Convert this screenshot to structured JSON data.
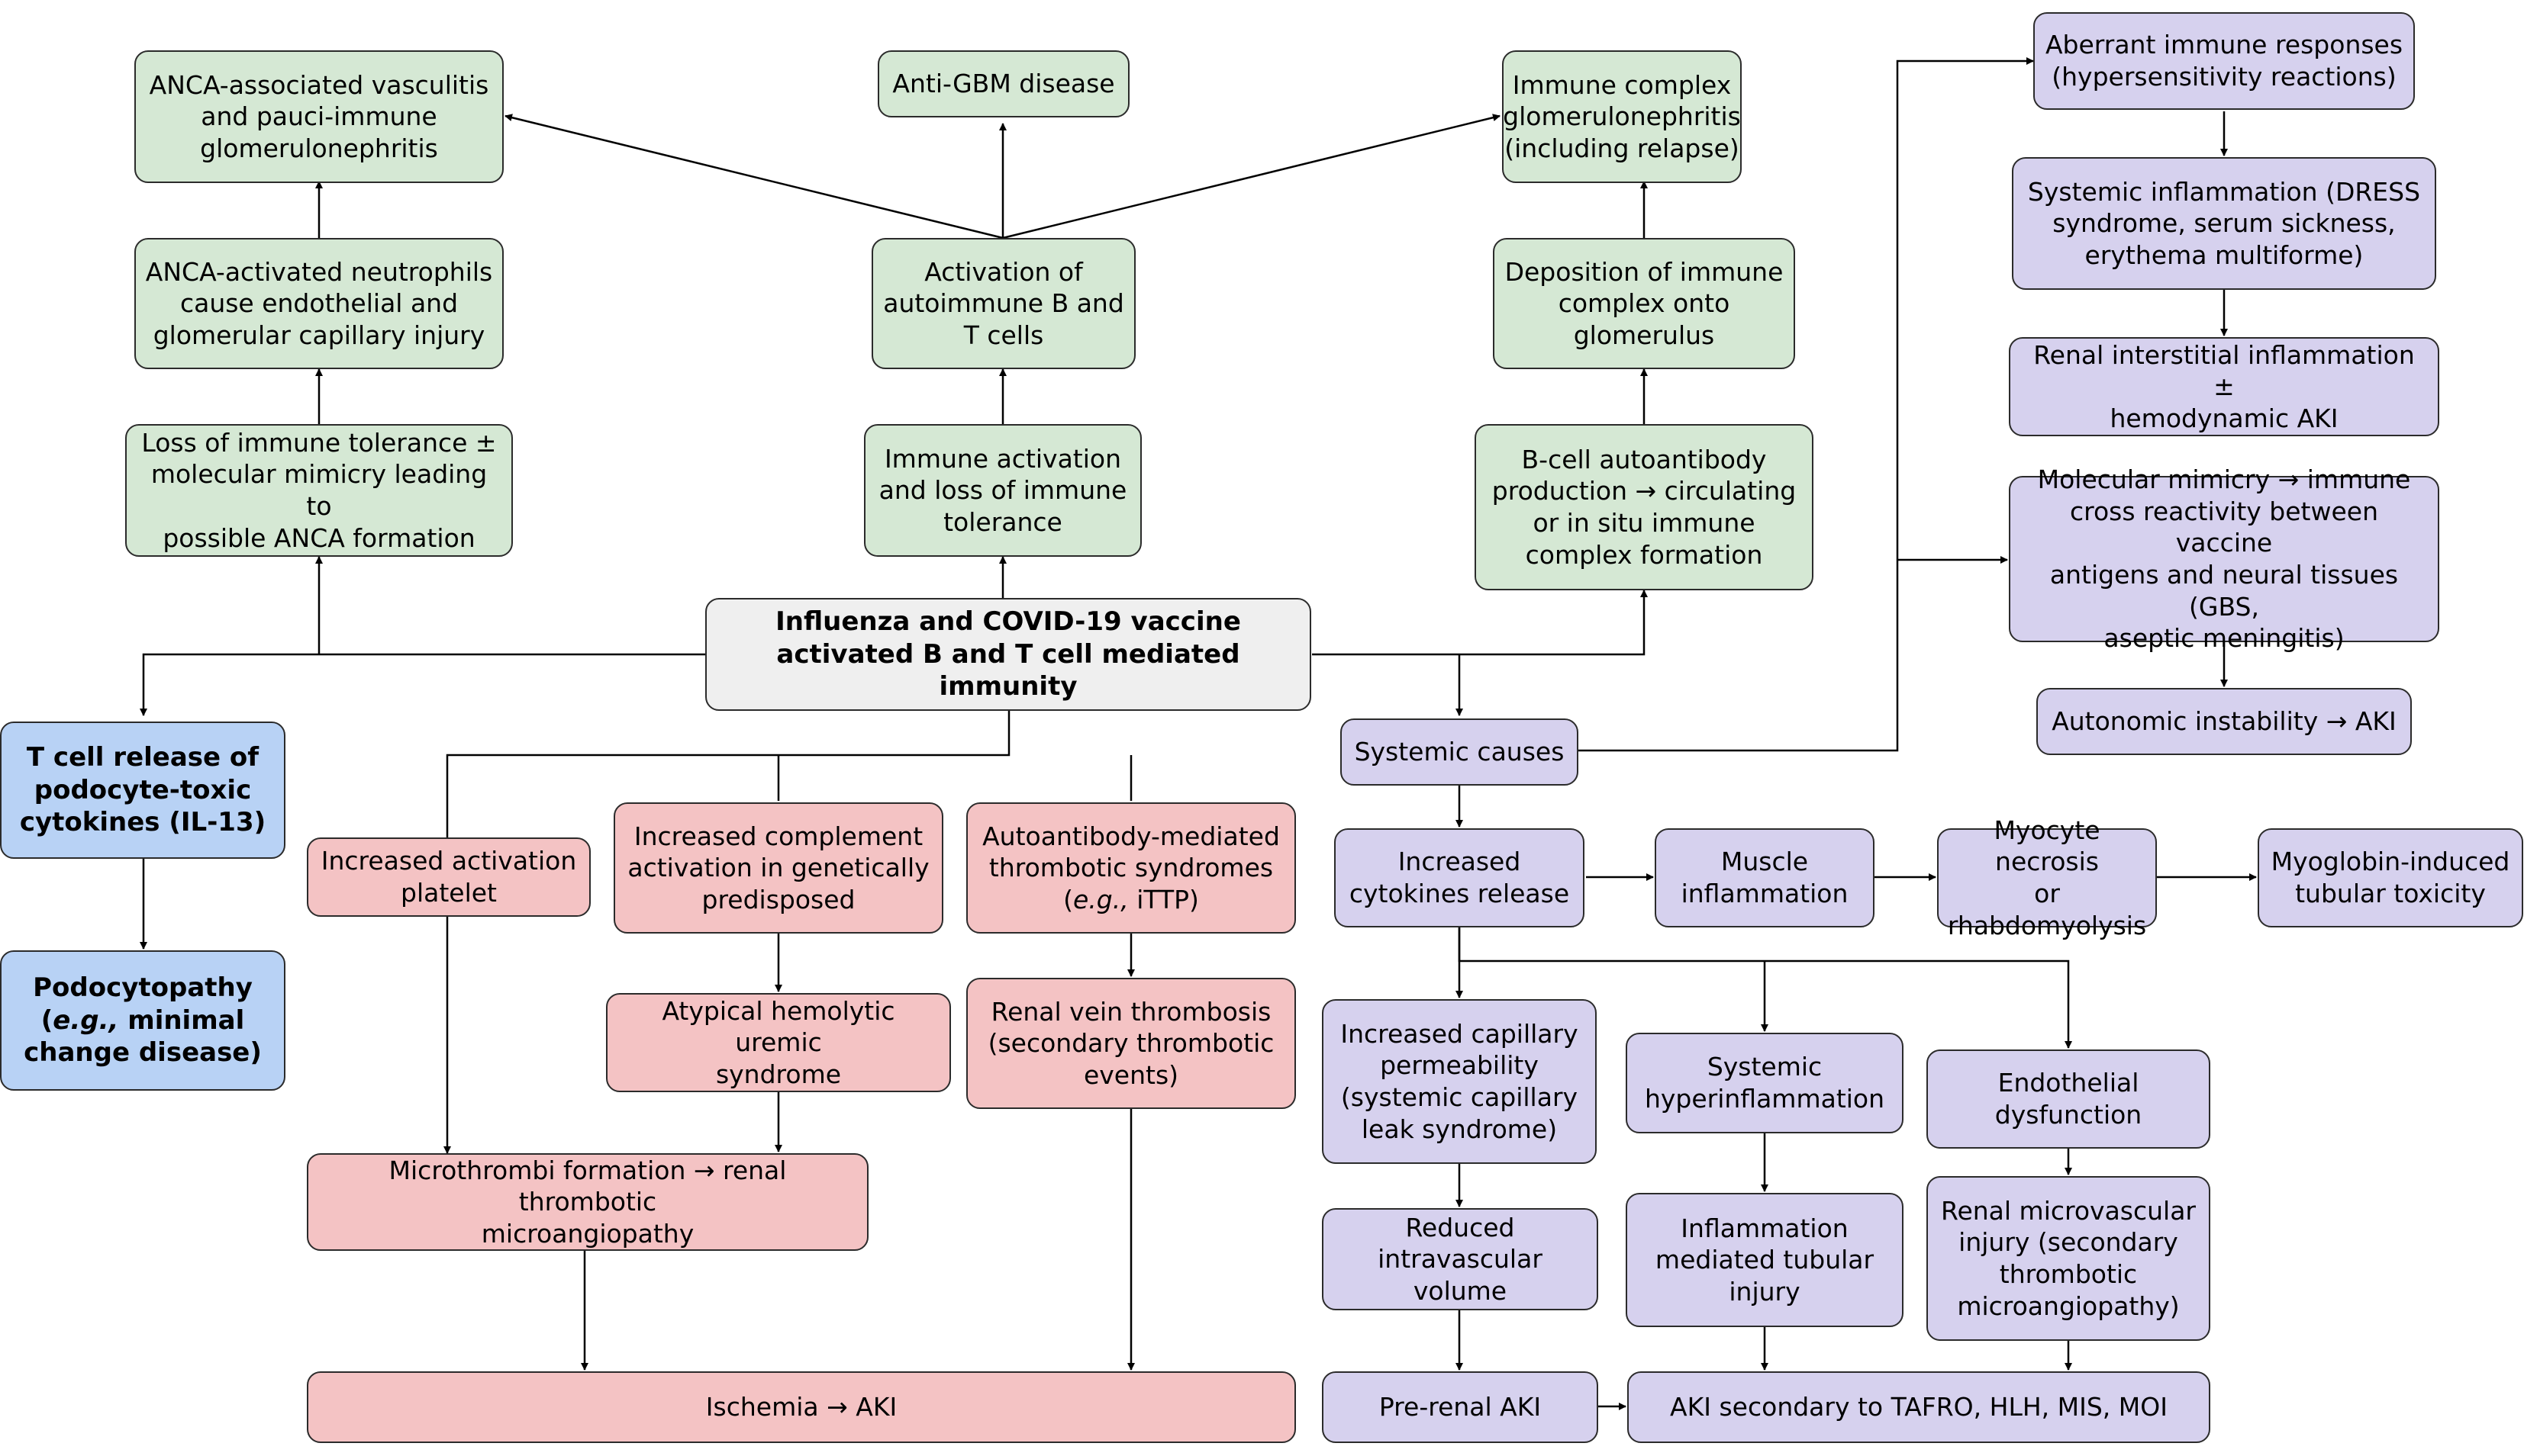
{
  "colors": {
    "green": "#d5e8d4",
    "purple": "#d6d1ee",
    "red": "#f4c3c4",
    "blue": "#b8d2f5",
    "gray": "#efefef",
    "border": "#2b2b2b",
    "line": "#000000"
  },
  "nodes": {
    "anca_vasculitis": "ANCA-associated vasculitis\nand pauci-immune\nglomerulonephritis",
    "anti_gbm": "Anti-GBM disease",
    "immune_complex_gn": "Immune complex\nglomerulonephritis\n(including relapse)",
    "aberrant_immune": "Aberrant immune responses\n(hypersensitivity reactions)",
    "systemic_inflammation": "Systemic inflammation (DRESS\nsyndrome, serum sickness,\nerythema multiforme)",
    "renal_interstitial": "Renal interstitial inflammation ±\nhemodynamic AKI",
    "anca_neutrophils": "ANCA-activated neutrophils\ncause endothelial and\nglomerular capillary injury",
    "activation_autoimmune": "Activation of\nautoimmune B and\nT cells",
    "deposition_immune": "Deposition of immune\ncomplex onto\nglomerulus",
    "loss_tolerance": "Loss of immune tolerance ±\nmolecular mimicry leading to\npossible ANCA formation",
    "immune_activation": "Immune activation\nand loss of immune\ntolerance",
    "bcell_autoantibody": "B-cell autoantibody\nproduction → circulating\nor in situ immune\ncomplex formation",
    "molecular_mimicry": "Molecular mimicry → immune\ncross reactivity between vaccine\nantigens and neural tissues (GBS,\naseptic meningitis)",
    "central": "Influenza and COVID-19 vaccine\nactivated B and T cell mediated immunity",
    "autonomic": "Autonomic instability → AKI",
    "tcell_release": "T cell release of\npodocyte-toxic\ncytokines (IL-13)",
    "systemic_causes": "Systemic causes",
    "podocytopathy": {
      "line1": "Podocytopathy",
      "eg": "e.g.,",
      "line2_rest": " minimal",
      "line3": "change disease)"
    },
    "increased_platelet": "Increased activation\nplatelet",
    "increased_complement": "Increased complement\nactivation in genetically\npredisposed",
    "autoantibody_thrombotic": {
      "line1": "Autoantibody-mediated",
      "line2": "thrombotic syndromes",
      "eg": "e.g.,",
      "rest": " iTTP)"
    },
    "increased_cytokines": "Increased\ncytokines release",
    "muscle_inflammation": "Muscle\ninflammation",
    "myocyte_necrosis": "Myocyte necrosis\nor rhabdomyolysis",
    "myoglobin": "Myoglobin-induced\ntubular toxicity",
    "atypical_hus": "Atypical hemolytic uremic\nsyndrome",
    "renal_vein": "Renal vein thrombosis\n(secondary thrombotic\nevents)",
    "capillary_permeability": "Increased capillary\npermeability\n(systemic capillary\nleak syndrome)",
    "systemic_hyperinflammation": "Systemic\nhyperinflammation",
    "endothelial_dysfunction": "Endothelial\ndysfunction",
    "microthrombi": "Microthrombi formation → renal thrombotic\nmicroangiopathy",
    "reduced_volume": "Reduced\nintravascular volume",
    "inflammation_tubular": "Inflammation\nmediated tubular\ninjury",
    "renal_microvascular": "Renal microvascular\ninjury (secondary\nthrombotic\nmicroangiopathy)",
    "ischemia_aki": "Ischemia → AKI",
    "prerenal_aki": "Pre-renal AKI",
    "aki_tafro": "AKI secondary to TAFRO, HLH, MIS, MOI"
  }
}
